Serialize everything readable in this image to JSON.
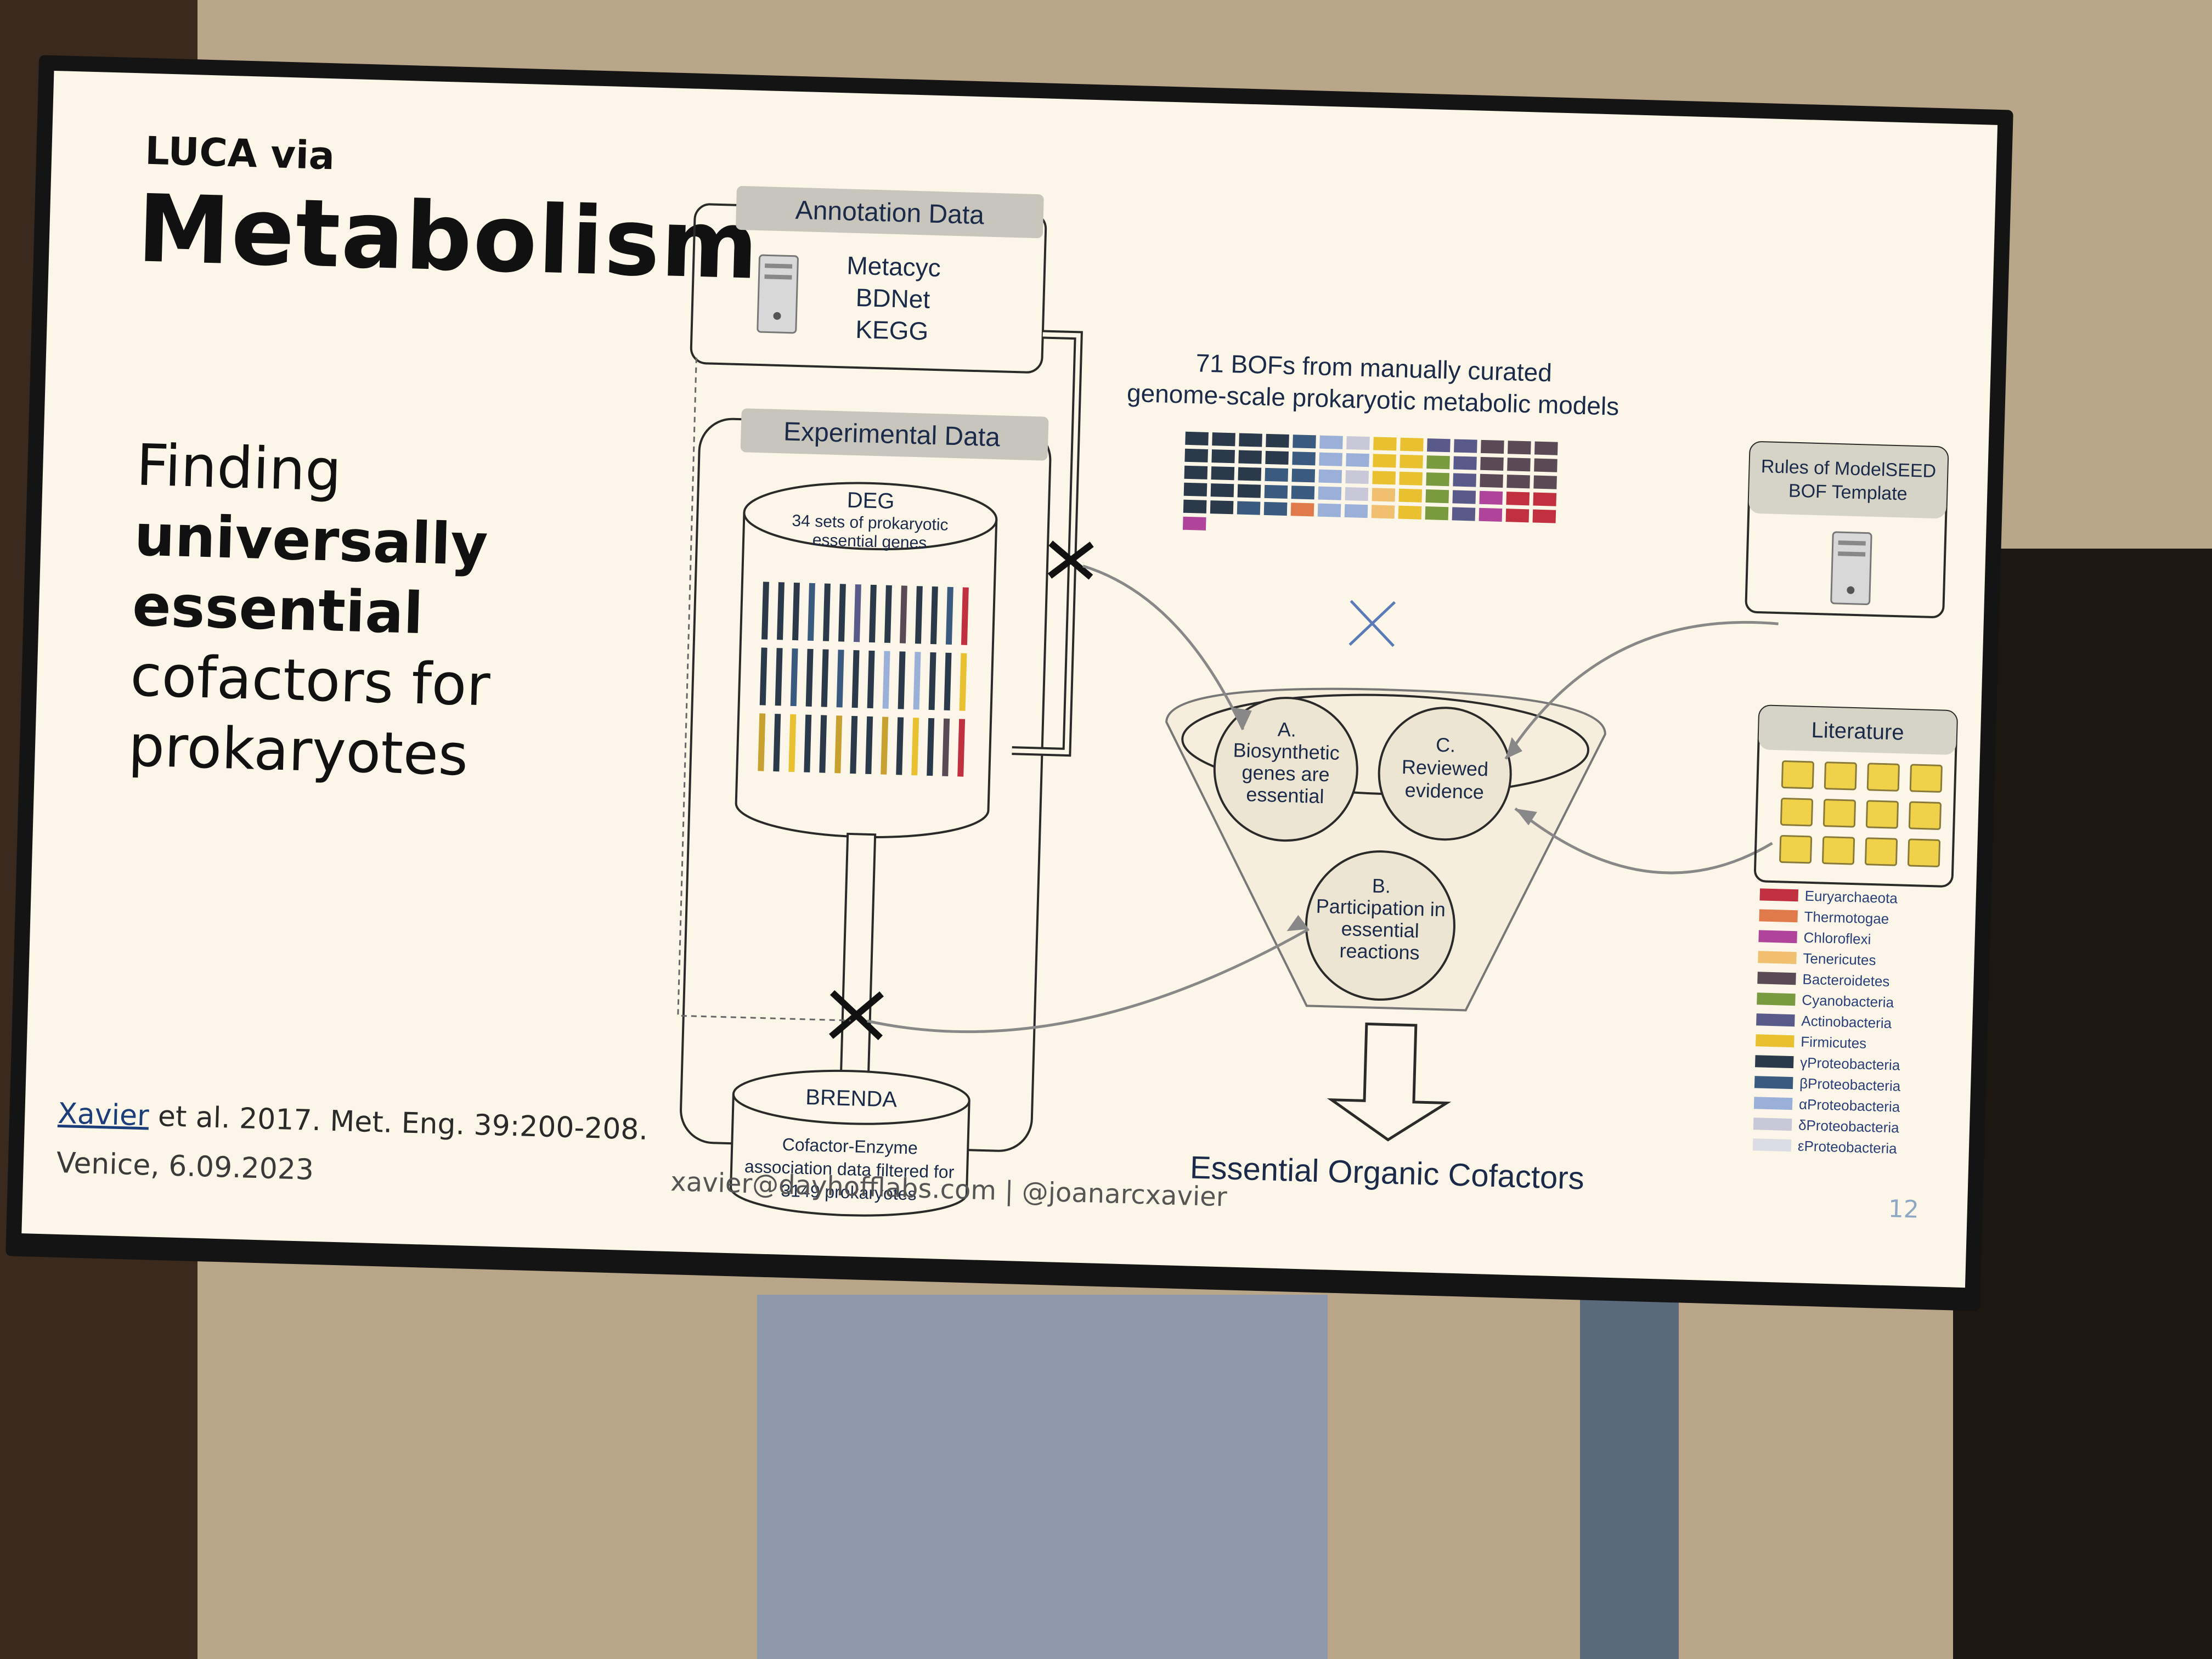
{
  "slide": {
    "kicker": "LUCA via",
    "title": "Metabolism",
    "finding_1": "Finding",
    "finding_2": "universally",
    "finding_3": "essential",
    "finding_4": "cofactors for",
    "finding_5": "prokaryotes",
    "citation_author": "Xavier",
    "citation_rest": " et al. 2017. Met. Eng. 39:200-208.",
    "venue": "Venice, 6.09.2023",
    "contact": "xavier@dayhofflabs.com | @joanarcxavier",
    "page_number": "12"
  },
  "diagram": {
    "annotation_title": "Annotation Data",
    "annotation_sources": [
      "Metacyc",
      "BDNet",
      "KEGG"
    ],
    "experimental_title": "Experimental Data",
    "deg_title": "DEG",
    "deg_line1": "34 sets of prokaryotic",
    "deg_line2": "essential genes",
    "brenda_title": "BRENDA",
    "brenda_line1": "Cofactor-Enzyme",
    "brenda_line2": "association data filtered for",
    "brenda_line3": "3149 prokaryotes",
    "bofs_line1": "71 BOFs from manually curated",
    "bofs_line2": "genome-scale prokaryotic metabolic models",
    "rules_line1": "Rules of ModelSEED",
    "rules_line2": "BOF Template",
    "literature_title": "Literature",
    "circle_a": [
      "A.",
      "Biosynthetic",
      "genes are",
      "essential"
    ],
    "circle_b": [
      "B.",
      "Participation in",
      "essential",
      "reactions"
    ],
    "circle_c": [
      "C.",
      "Reviewed",
      "evidence"
    ],
    "output": "Essential Organic Cofactors"
  },
  "legend": [
    {
      "label": "Euryarchaeota",
      "color": "#c0303f"
    },
    {
      "label": "Thermotogae",
      "color": "#e07a4a"
    },
    {
      "label": "Chloroflexi",
      "color": "#b0449a"
    },
    {
      "label": "Tenericutes",
      "color": "#f0c070"
    },
    {
      "label": "Bacteroidetes",
      "color": "#5a4a55"
    },
    {
      "label": "Cyanobacteria",
      "color": "#7a9a40"
    },
    {
      "label": "Actinobacteria",
      "color": "#5a5a8a"
    },
    {
      "label": "Firmicutes",
      "color": "#e8c030"
    },
    {
      "label": "γProteobacteria",
      "color": "#2a3a4a"
    },
    {
      "label": "βProteobacteria",
      "color": "#3a5a80"
    },
    {
      "label": "αProteobacteria",
      "color": "#9ab0d8"
    },
    {
      "label": "δProteobacteria",
      "color": "#c8c8d8"
    },
    {
      "label": "εProteobacteria",
      "color": "#dcdce4"
    }
  ],
  "bof_grid_colors": [
    [
      "#2a3a4a",
      "#2a3a4a",
      "#2a3a4a",
      "#2a3a4a",
      "#3a5a80",
      "#9ab0d8",
      "#c8c8d8",
      "#e8c030",
      "#e8c030",
      "#5a5a8a",
      "#5a5a8a",
      "#5a4a55",
      "#5a4a55",
      "#5a4a55"
    ],
    [
      "#2a3a4a",
      "#2a3a4a",
      "#2a3a4a",
      "#2a3a4a",
      "#3a5a80",
      "#9ab0d8",
      "#9ab0d8",
      "#e8c030",
      "#e8c030",
      "#7a9a40",
      "#5a5a8a",
      "#5a4a55",
      "#5a4a55",
      "#5a4a55"
    ],
    [
      "#2a3a4a",
      "#2a3a4a",
      "#2a3a4a",
      "#3a5a80",
      "#3a5a80",
      "#9ab0d8",
      "#c8c8d8",
      "#e8c030",
      "#e8c030",
      "#7a9a40",
      "#5a5a8a",
      "#5a4a55",
      "#5a4a55",
      "#5a4a55"
    ],
    [
      "#2a3a4a",
      "#2a3a4a",
      "#2a3a4a",
      "#3a5a80",
      "#3a5a80",
      "#9ab0d8",
      "#c8c8d8",
      "#f0c070",
      "#e8c030",
      "#7a9a40",
      "#5a5a8a",
      "#b0449a",
      "#c0303f",
      "#c0303f"
    ],
    [
      "#2a3a4a",
      "#2a3a4a",
      "#3a5a80",
      "#3a5a80",
      "#e07a4a",
      "#9ab0d8",
      "#9ab0d8",
      "#f0c070",
      "#e8c030",
      "#7a9a40",
      "#5a5a8a",
      "#b0449a",
      "#c0303f",
      "#c0303f"
    ],
    [
      "#b0449a"
    ]
  ],
  "deg_bar_colors": [
    [
      "#2a3a4a",
      "#2a3a4a",
      "#2a3a4a",
      "#3a5a80",
      "#2a3a4a",
      "#2a3a4a",
      "#5a5a8a",
      "#2a3a4a",
      "#2a3a4a",
      "#5a4a55",
      "#2a3a4a",
      "#2a3a4a",
      "#3a5a80",
      "#c0303f"
    ],
    [
      "#2a3a4a",
      "#2a3a4a",
      "#3a5a80",
      "#2a3a4a",
      "#2a3a4a",
      "#3a5a80",
      "#2a3a4a",
      "#2a3a4a",
      "#9ab0d8",
      "#2a3a4a",
      "#9ab0d8",
      "#2a3a4a",
      "#2a3a4a",
      "#e8c030"
    ],
    [
      "#c8a030",
      "#2a3a4a",
      "#e8c030",
      "#2a3a4a",
      "#2a3a4a",
      "#c8a030",
      "#2a3a4a",
      "#2a3a4a",
      "#c8a030",
      "#2a3a4a",
      "#e8c030",
      "#2a3a4a",
      "#5a4a55",
      "#c0303f"
    ]
  ]
}
